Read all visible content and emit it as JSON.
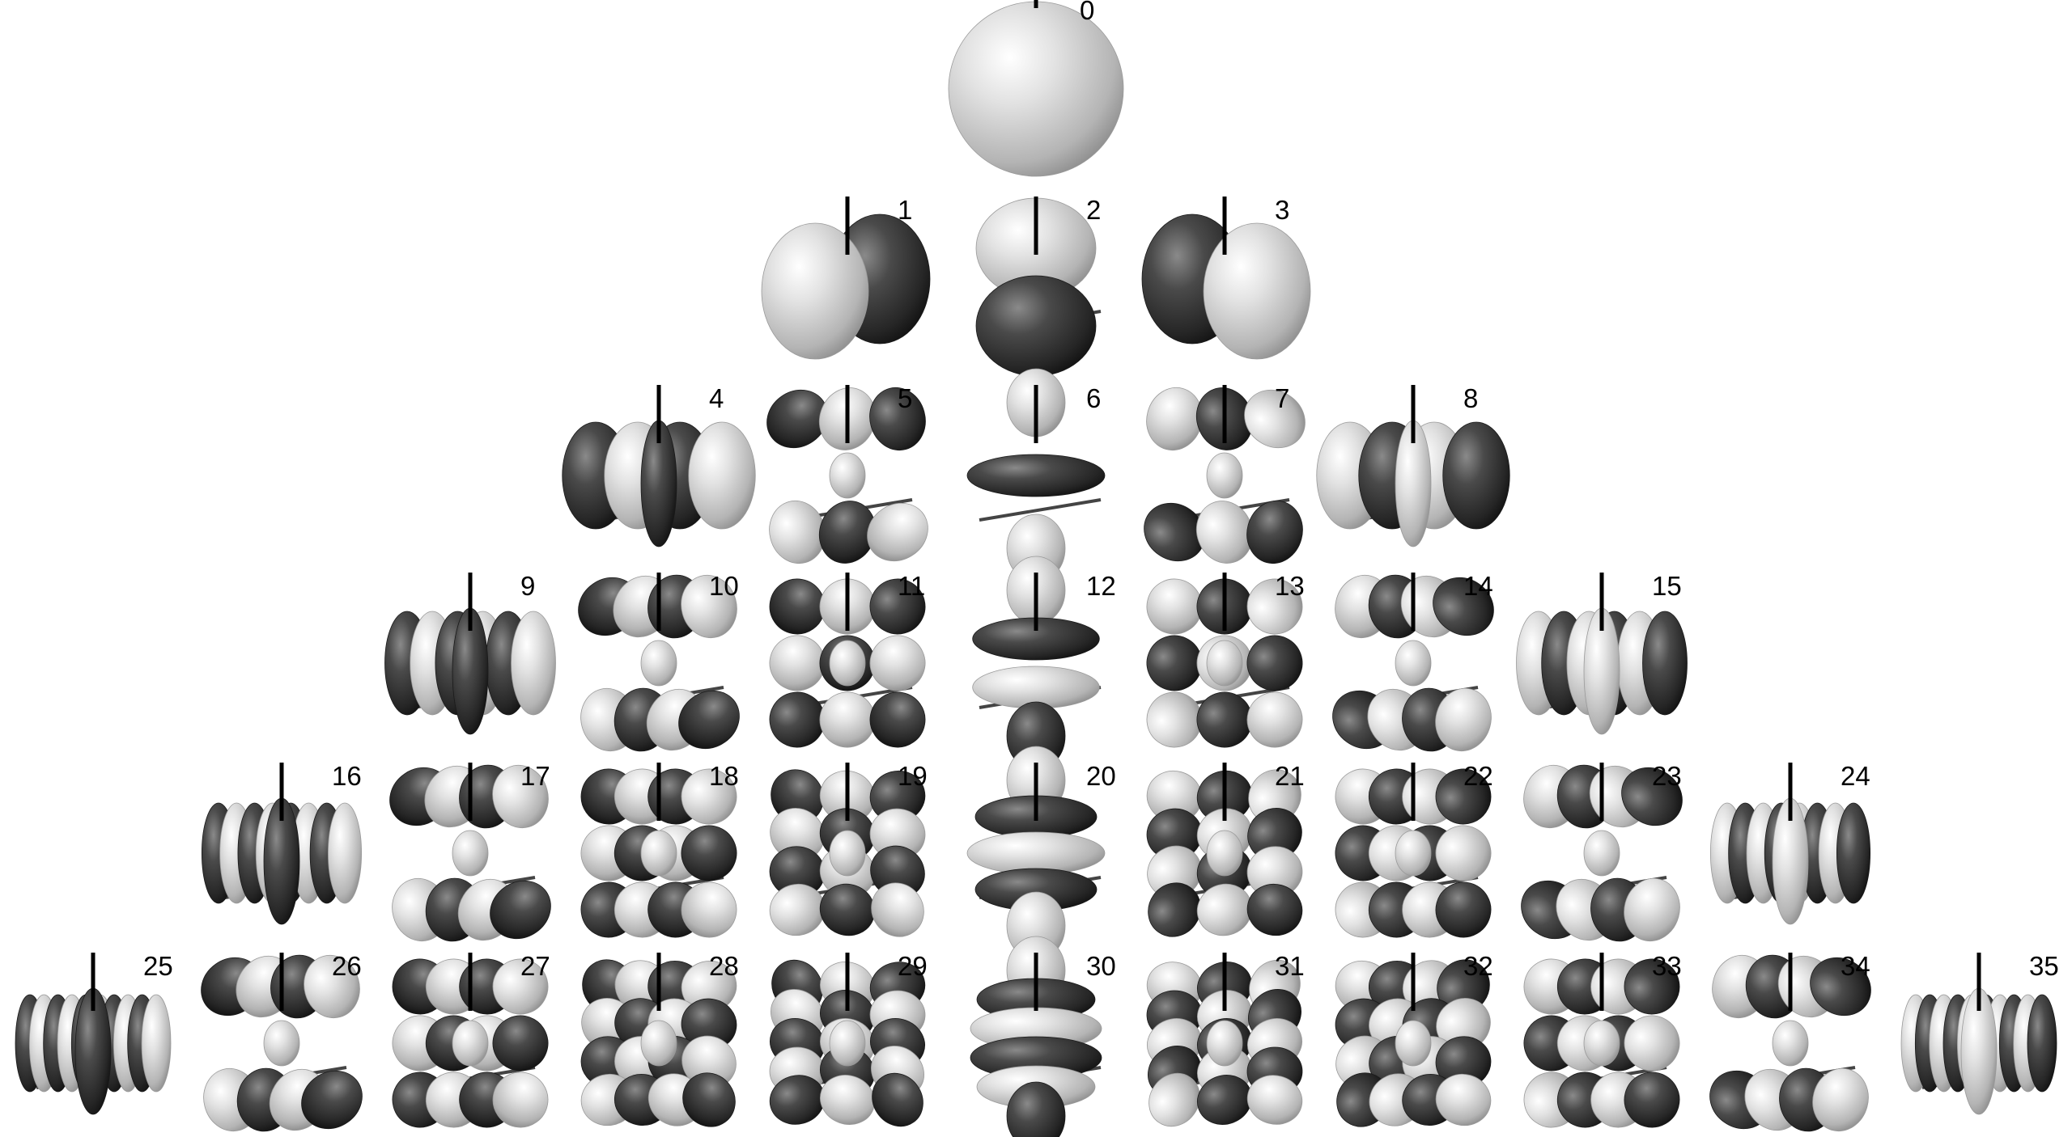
{
  "figure": {
    "colors": {
      "positive_lobe": "#cfcfcf",
      "negative_lobe": "#3a3a3a",
      "axis": "#000000",
      "background": "#ffffff"
    },
    "rows": [
      {
        "degree": 0,
        "indices": [
          "0"
        ]
      },
      {
        "degree": 1,
        "indices": [
          "1",
          "2",
          "3"
        ]
      },
      {
        "degree": 2,
        "indices": [
          "4",
          "5",
          "6",
          "7",
          "8"
        ]
      },
      {
        "degree": 3,
        "indices": [
          "9",
          "10",
          "11",
          "12",
          "13",
          "14",
          "15"
        ]
      },
      {
        "degree": 4,
        "indices": [
          "16",
          "17",
          "18",
          "19",
          "20",
          "21",
          "22",
          "23",
          "24"
        ]
      },
      {
        "degree": 5,
        "indices": [
          "25",
          "26",
          "27",
          "28",
          "29",
          "30",
          "31",
          "32",
          "33",
          "34",
          "35"
        ]
      }
    ]
  }
}
